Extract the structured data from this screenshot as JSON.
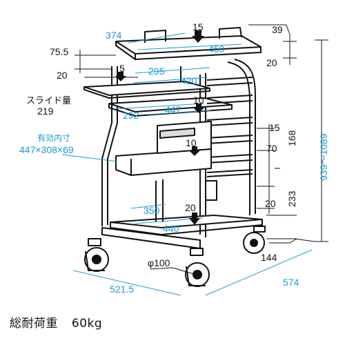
{
  "colors": {
    "dimension": "#1a9ad6",
    "dimension_alt": "#111111",
    "line": "#111111",
    "fill": "#ffffff",
    "shade": "#dddddd"
  },
  "dimensions": {
    "top_tray_width": "374",
    "top_tray_depth": "450",
    "top_rail_height": "15",
    "rail_offset": "39",
    "handle_offset": "20",
    "top_edge_height": "75.5",
    "slide_gap": "20",
    "slide_arrow": "5",
    "slide_width": "295",
    "slide_depth": "420",
    "slide_label": "スライド量",
    "slide_amount": "219",
    "mid_tray_width": "292",
    "mid_tray_depth": "447",
    "mid_arrow": "10",
    "drawer_label": "有効内寸",
    "drawer_inner": "447×308×69",
    "drawer_arrow": "10",
    "right_15": "15",
    "right_168": "168",
    "right_70": "70",
    "right_233": "233",
    "right_20": "20",
    "total_height": "939～1089",
    "bottom_width": "350",
    "bottom_depth": "440",
    "bottom_arrow": "20",
    "caster": "φ100",
    "caster_offset": "144",
    "overall_width": "521.5",
    "overall_depth": "574"
  },
  "caption": {
    "label": "総耐荷重",
    "value": "60kg"
  }
}
